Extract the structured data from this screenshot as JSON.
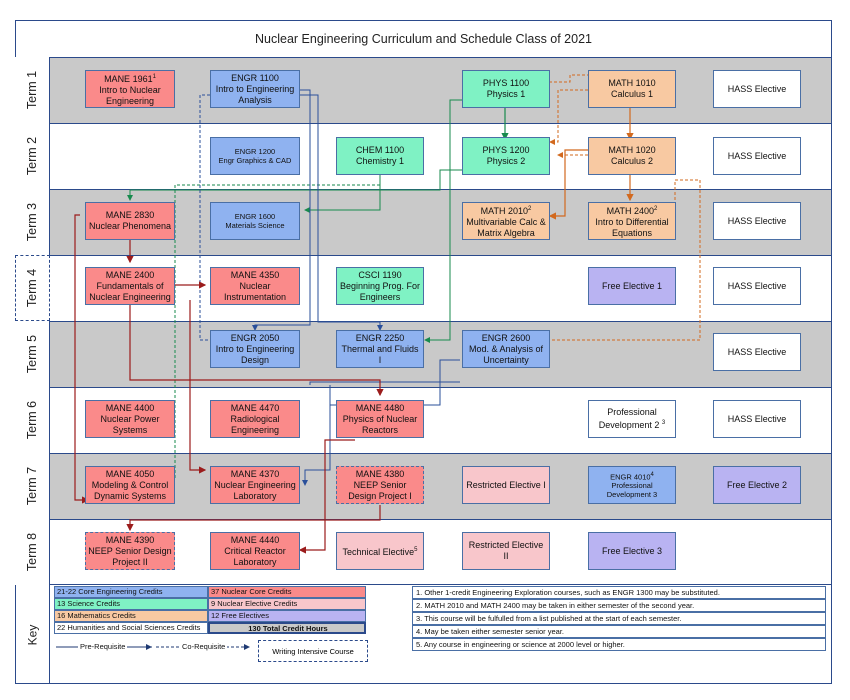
{
  "title": "Nuclear Engineering Curriculum and Schedule Class of 2021",
  "terms": [
    "Term 1",
    "Term 2",
    "Term 3",
    "Term 4",
    "Term 5",
    "Term 6",
    "Term 7",
    "Term 8"
  ],
  "courses": {
    "mane1961": {
      "code": "MANE 1961",
      "sup": "1",
      "name": "Intro to Nuclear Engineering"
    },
    "engr1100": {
      "code": "ENGR 1100",
      "name": "Intro to Engineering Analysis"
    },
    "phys1100": {
      "code": "PHYS 1100",
      "name": "Physics 1"
    },
    "math1010": {
      "code": "MATH 1010",
      "name": "Calculus 1"
    },
    "hass1": {
      "name": "HASS Elective"
    },
    "engr1200": {
      "code": "ENGR 1200",
      "name": "Engr Graphics & CAD"
    },
    "chem1100": {
      "code": "CHEM 1100",
      "name": "Chemistry 1"
    },
    "phys1200": {
      "code": "PHYS 1200",
      "name": "Physics 2"
    },
    "math1020": {
      "code": "MATH 1020",
      "name": "Calculus 2"
    },
    "hass2": {
      "name": "HASS Elective"
    },
    "mane2830": {
      "code": "MANE 2830",
      "name": "Nuclear Phenomena"
    },
    "engr1600": {
      "code": "ENGR 1600",
      "name": "Materials Science"
    },
    "math2010": {
      "code": "MATH 2010",
      "sup": "2",
      "name": "Multivariable Calc & Matrix Algebra"
    },
    "math2400": {
      "code": "MATH 2400",
      "sup": "2",
      "name": "Intro to Differential Equations"
    },
    "hass3": {
      "name": "HASS Elective"
    },
    "mane2400": {
      "code": "MANE 2400",
      "name": "Fundamentals of Nuclear Engineering"
    },
    "mane4350": {
      "code": "MANE 4350",
      "name": "Nuclear Instrumentation"
    },
    "csci1190": {
      "code": "CSCI 1190",
      "name": "Beginning Prog. For Engineers"
    },
    "free1": {
      "name": "Free Elective 1"
    },
    "hass4": {
      "name": "HASS Elective"
    },
    "engr2050": {
      "code": "ENGR 2050",
      "name": "Intro to Engineering Design"
    },
    "engr2250": {
      "code": "ENGR 2250",
      "name": "Thermal and Fluids I"
    },
    "engr2600": {
      "code": "ENGR 2600",
      "name": "Mod. & Analysis of Uncertainty"
    },
    "hass5": {
      "name": "HASS Elective"
    },
    "mane4400": {
      "code": "MANE 4400",
      "name": "Nuclear Power Systems"
    },
    "mane4470": {
      "code": "MANE 4470",
      "name": "Radiological Engineering"
    },
    "mane4480": {
      "code": "MANE 4480",
      "name": "Physics of Nuclear Reactors"
    },
    "profdev2": {
      "name": "Professional Development 2",
      "sup": "3"
    },
    "hass6": {
      "name": "HASS Elective"
    },
    "mane4050": {
      "code": "MANE 4050",
      "name": "Modeling & Control Dynamic Systems"
    },
    "mane4370": {
      "code": "MANE 4370",
      "name": "Nuclear Engineering Laboratory"
    },
    "mane4380": {
      "code": "MANE 4380",
      "name": "NEEP Senior Design Project I"
    },
    "restricted1": {
      "name": "Restricted Elective I"
    },
    "engr4010": {
      "code": "ENGR 4010",
      "sup": "4",
      "name": "Professional Development 3"
    },
    "free2": {
      "name": "Free Elective 2"
    },
    "mane4390": {
      "code": "MANE 4390",
      "name": "NEEP Senior Design Project II"
    },
    "mane4440": {
      "code": "MANE 4440",
      "name": "Critical Reactor Laboratory"
    },
    "techelective": {
      "name": "Technical Elective",
      "sup": "5"
    },
    "restricted2": {
      "name": "Restricted Elective II"
    },
    "free3": {
      "name": "Free Elective 3"
    }
  },
  "key": {
    "label": "Key",
    "credits": [
      "21-22 Core Engineering Credits",
      "37 Nuclear Core Credits",
      "13 Science Credits",
      "9 Nuclear Elective  Credits",
      "16 Mathematics Credits",
      "12 Free Electives",
      "22 Humanities and Social Sciences Credits",
      "130 Total Credit Hours"
    ],
    "prereq": "Pre-Requisite",
    "coreq": "Co-Requisite",
    "writing": "Writing Intensive Course",
    "colors": {
      "core_engineering": "#8fb2f0",
      "nuclear_core": "#fa8a8a",
      "science": "#7ff2c4",
      "nuclear_elective": "#f8c6cb",
      "mathematics": "#f8c9a2",
      "free_elective": "#b9b3f2",
      "hass": "#ffffff",
      "total": "#c9c9c9"
    }
  },
  "notes": [
    "1.  Other 1-credit Engineering Exploration courses, such as ENGR 1300 may be substituted.",
    "2.  MATH 2010 and MATH 2400 may be taken in either semester of the second year.",
    "3. This course will be fulfulled from a list published at the start of each semester.",
    "4. May be taken either semester senior year.",
    "5. Any course in engineering or science at 2000 level or higher."
  ]
}
